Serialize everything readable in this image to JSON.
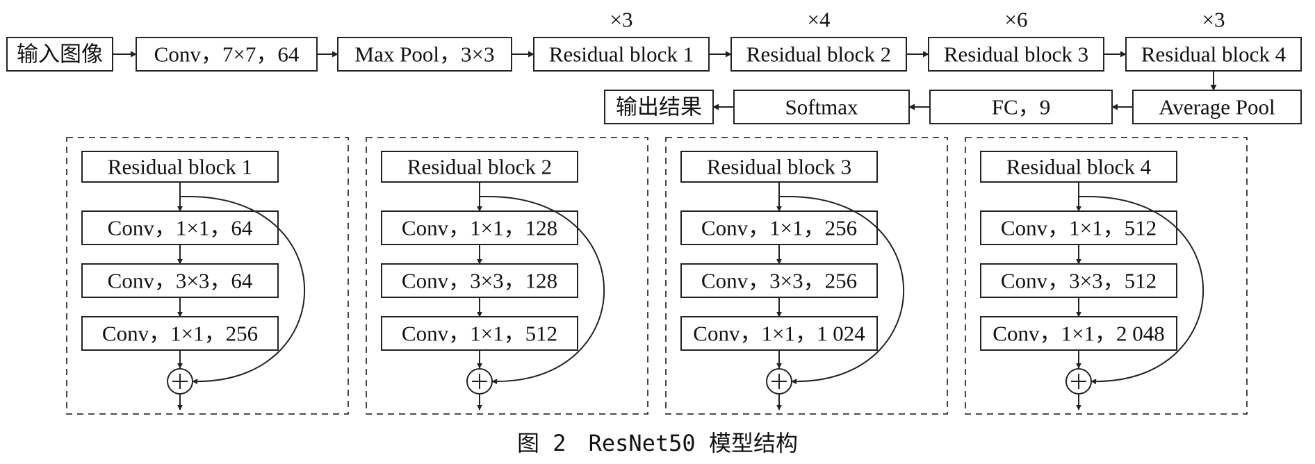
{
  "main_flow": {
    "input": "输入图像",
    "conv": "Conv，7×7，64",
    "maxpool": "Max Pool，3×3",
    "res1": "Residual block 1",
    "res2": "Residual block 2",
    "res3": "Residual block 3",
    "res4": "Residual block 4",
    "rep1": "×3",
    "rep2": "×4",
    "rep3": "×6",
    "rep4": "×3",
    "avgpool": "Average Pool",
    "fc": "FC，9",
    "softmax": "Softmax",
    "output": "输出结果"
  },
  "blocks": [
    {
      "title": "Residual block 1",
      "layers": [
        "Conv，1×1，64",
        "Conv，3×3，64",
        "Conv，1×1，256"
      ]
    },
    {
      "title": "Residual block 2",
      "layers": [
        "Conv，1×1，128",
        "Conv，3×3，128",
        "Conv，1×1，512"
      ]
    },
    {
      "title": "Residual block 3",
      "layers": [
        "Conv，1×1，256",
        "Conv，3×3，256",
        "Conv，1×1，1 024"
      ]
    },
    {
      "title": "Residual block 4",
      "layers": [
        "Conv，1×1，512",
        "Conv，3×3，512",
        "Conv，1×1，2 048"
      ]
    }
  ],
  "caption": "图 2　ResNet50 模型结构",
  "colors": {
    "line": "#222222",
    "text": "#111111",
    "background": "#ffffff"
  }
}
